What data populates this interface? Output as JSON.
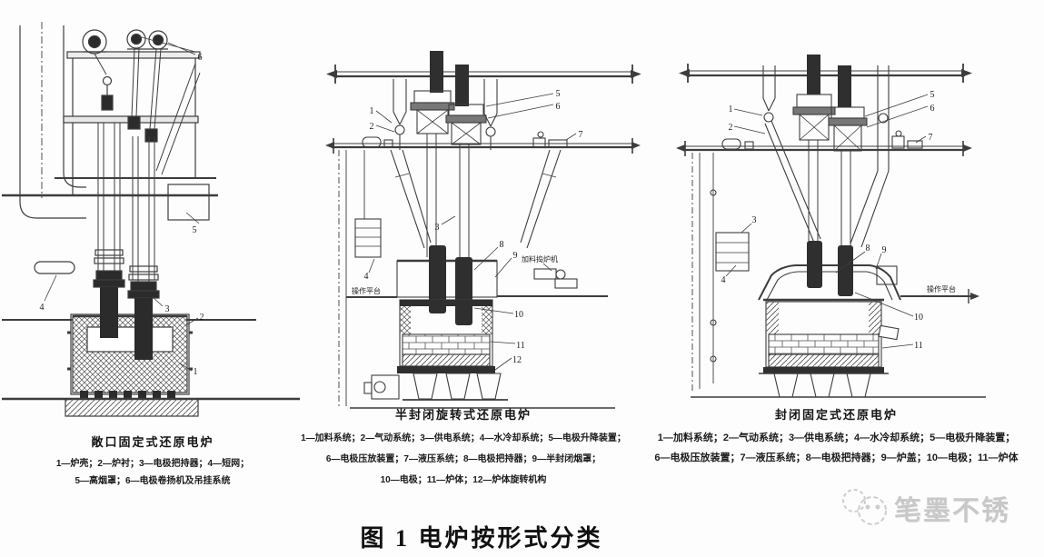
{
  "figure": {
    "caption": "图 1  电炉按形式分类"
  },
  "watermark": {
    "text": "笔墨不锈"
  },
  "colors": {
    "line": "#3d3d3d",
    "dark_fill": "#2b2b2b",
    "watermark_gray": "#c8c8c8"
  },
  "diagrams": [
    {
      "title": "敞口固定式还原电炉",
      "legend_lines": [
        "1—炉壳；2—炉衬；3—电极把持器；4—短网；",
        "5—高烟罩；6—电极卷扬机及吊挂系统"
      ],
      "part_labels": [
        "1",
        "2",
        "3",
        "4",
        "5",
        "6"
      ],
      "annotations": []
    },
    {
      "title": "半封闭旋转式还原电炉",
      "legend_lines": [
        "1—加料系统；2—气动系统；3—供电系统；4—水冷却系统；5—电极升降装置；",
        "6—电极压放装置；7—液压系统；8—电极把持器；9—半封闭烟罩；",
        "10—电极；11—炉体；12—炉体旋转机构"
      ],
      "part_labels": [
        "1",
        "2",
        "3",
        "4",
        "5",
        "6",
        "7",
        "8",
        "9",
        "10",
        "11",
        "12"
      ],
      "annotations": [
        "操作平台",
        "加料捣炉机"
      ]
    },
    {
      "title": "封闭固定式还原电炉",
      "legend_lines": [
        "1—加料系统；2—气动系统；3—供电系统；4—水冷却系统；5—电极升降装置；",
        "6—电极压放装置；7—液压系统；8—电极把持器；9—炉盖；10—电极；11—炉体"
      ],
      "part_labels": [
        "1",
        "2",
        "3",
        "4",
        "5",
        "6",
        "7",
        "8",
        "9",
        "10",
        "11"
      ],
      "annotations": [
        "操作平台"
      ]
    }
  ]
}
